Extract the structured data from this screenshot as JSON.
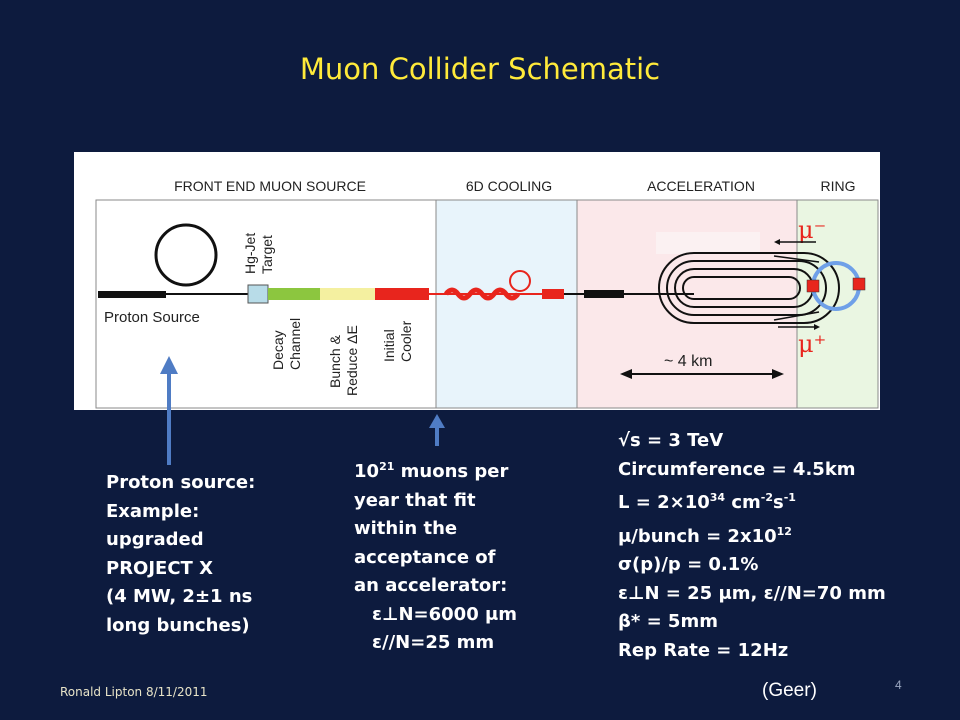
{
  "title": "Muon Collider Schematic",
  "figure": {
    "section_headers": [
      "FRONT END MUON SOURCE",
      "6D COOLING",
      "ACCELERATION",
      "RING"
    ],
    "proton_source": "Proton Source",
    "target_line1": "Hg-Jet",
    "target_line2": "Target",
    "decay_line1": "Decay",
    "decay_line2": "Channel",
    "bunch_line1": "Bunch &",
    "bunch_line2": "Reduce ΔE",
    "cooler_line1": "Initial",
    "cooler_line2": "Cooler",
    "distance": "~ 4 km",
    "mu_minus": "μ⁻",
    "mu_plus": "μ⁺"
  },
  "left_note": [
    "Proton source:",
    "Example:",
    "upgraded",
    "PROJECT X",
    "(4 MW, 2±1 ns",
    "long bunches)"
  ],
  "middle_note": {
    "line1_base": "10",
    "line1_sup": "21",
    "line1_rest": " muons per",
    "lines": [
      "year that fit",
      "within the",
      "acceptance of",
      "an accelerator:"
    ],
    "eps_perp": "ε⊥N=6000 μm",
    "eps_par": "ε//N=25 mm"
  },
  "right_note": {
    "sqrt_s": "√s = 3 TeV",
    "circumference": "Circumference = 4.5km",
    "lum_prefix": "L = 2×10",
    "lum_exp": "34",
    "lum_unit": " cm",
    "lum_cm_exp": "-2",
    "lum_s": "s",
    "lum_s_exp": "-1",
    "per_bunch_prefix": "μ/bunch = 2x10",
    "per_bunch_exp": "12",
    "sigma": "σ(p)/p = 0.1%",
    "emittance": "ε⊥N = 25 μm, ε//N=70 mm",
    "beta": "β* = 5mm",
    "rep_rate": "Rep Rate = 12Hz"
  },
  "footer": "Ronald Lipton 8/11/2011",
  "credit": "(Geer)",
  "page_number": "4",
  "colors": {
    "background": "#0d1b3e",
    "title": "#ffea3a",
    "arrow": "#4f7cc4",
    "cooling_zone": "#e8f4fb",
    "acceleration_zone": "#fbe8ea",
    "ring_zone": "#eaf6e2",
    "decay": "#8cc63f",
    "bunch": "#f4f0a0",
    "cooler": "#e8251d",
    "ring": "#6fa0e8"
  }
}
